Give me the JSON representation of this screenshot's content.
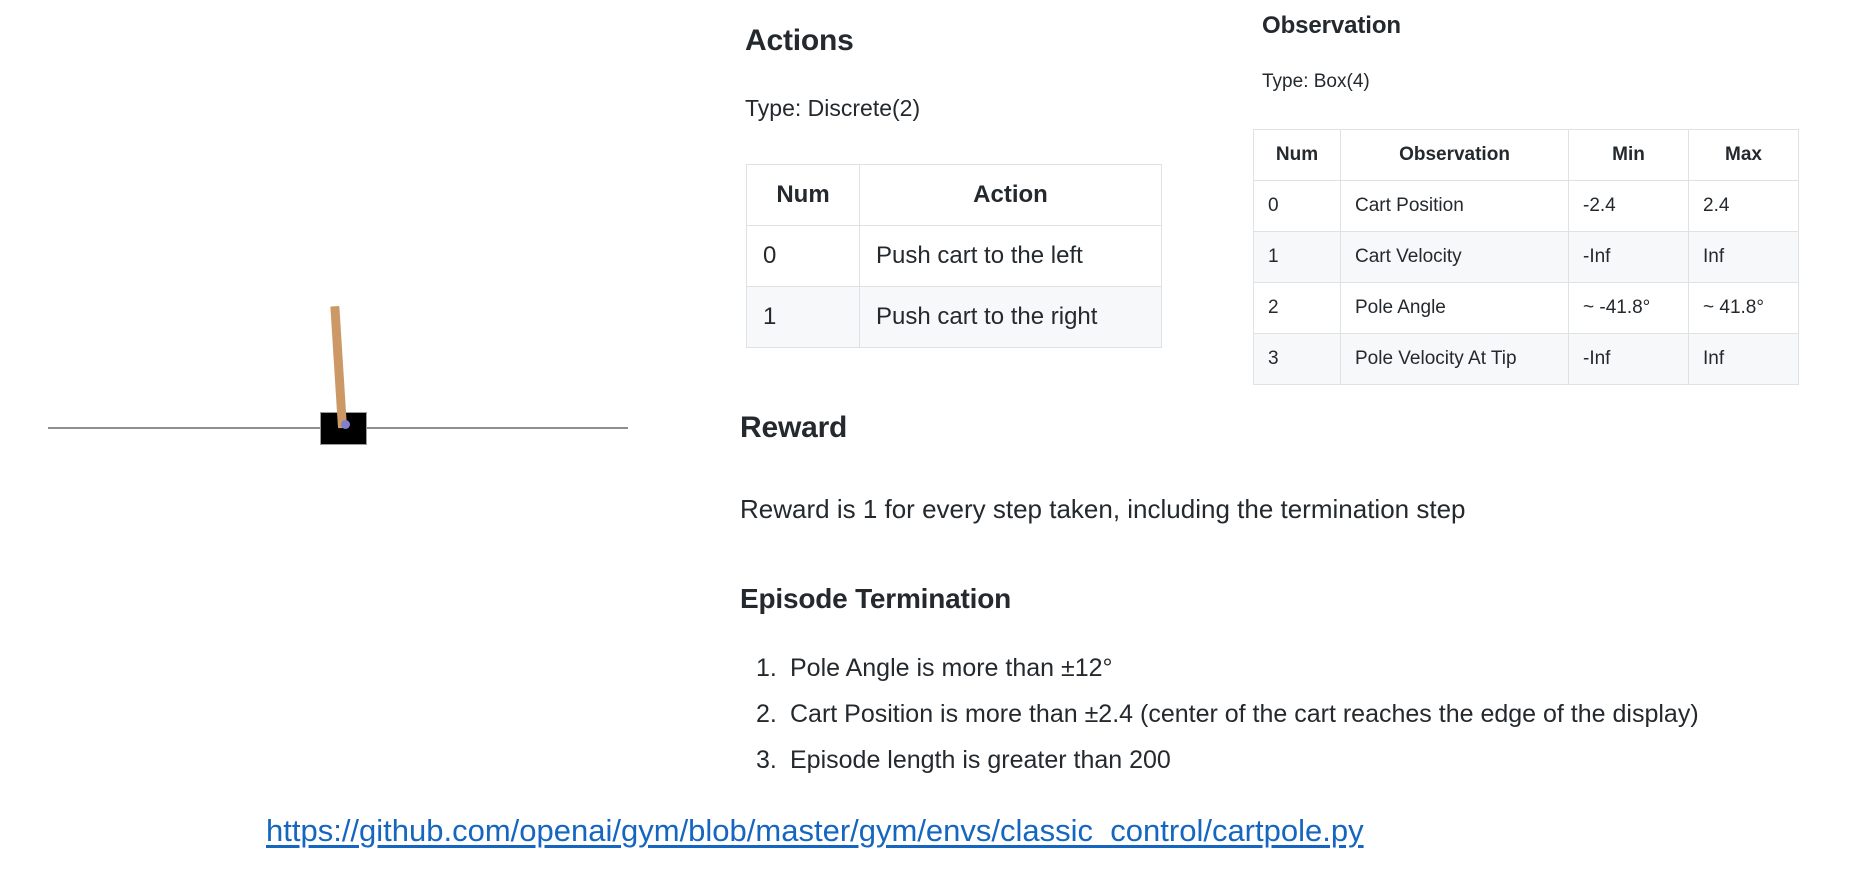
{
  "simulation": {
    "name": "cartpole-render",
    "cart_color": "#000000",
    "pole_color": "#cc9966",
    "axle_color": "#8080cc",
    "track_color": "#8d8d92",
    "pole_angle_deg": -3.6
  },
  "actions": {
    "heading": "Actions",
    "type_line": "Type: Discrete(2)",
    "table": {
      "columns": [
        "Num",
        "Action"
      ],
      "rows": [
        [
          "0",
          "Push cart to the left"
        ],
        [
          "1",
          "Push cart to the right"
        ]
      ]
    }
  },
  "observation": {
    "heading": "Observation",
    "type_line": "Type: Box(4)",
    "table": {
      "columns": [
        "Num",
        "Observation",
        "Min",
        "Max"
      ],
      "rows": [
        [
          "0",
          "Cart Position",
          "-2.4",
          "2.4"
        ],
        [
          "1",
          "Cart Velocity",
          "-Inf",
          "Inf"
        ],
        [
          "2",
          "Pole Angle",
          "~ -41.8°",
          "~ 41.8°"
        ],
        [
          "3",
          "Pole Velocity At Tip",
          "-Inf",
          "Inf"
        ]
      ]
    }
  },
  "reward": {
    "heading": "Reward",
    "text": "Reward is 1 for every step taken, including the termination step"
  },
  "termination": {
    "heading": "Episode Termination",
    "items": [
      {
        "num": "1.",
        "text": "Pole Angle is more than ±12°"
      },
      {
        "num": "2.",
        "text": "Cart Position is more than ±2.4 (center of the cart reaches the edge of the display)"
      },
      {
        "num": "3.",
        "text": "Episode length is greater than 200"
      }
    ]
  },
  "footer": {
    "link_text": "https://github.com/openai/gym/blob/master/gym/envs/classic_control/cartpole.py",
    "link_color": "#1566c0"
  }
}
